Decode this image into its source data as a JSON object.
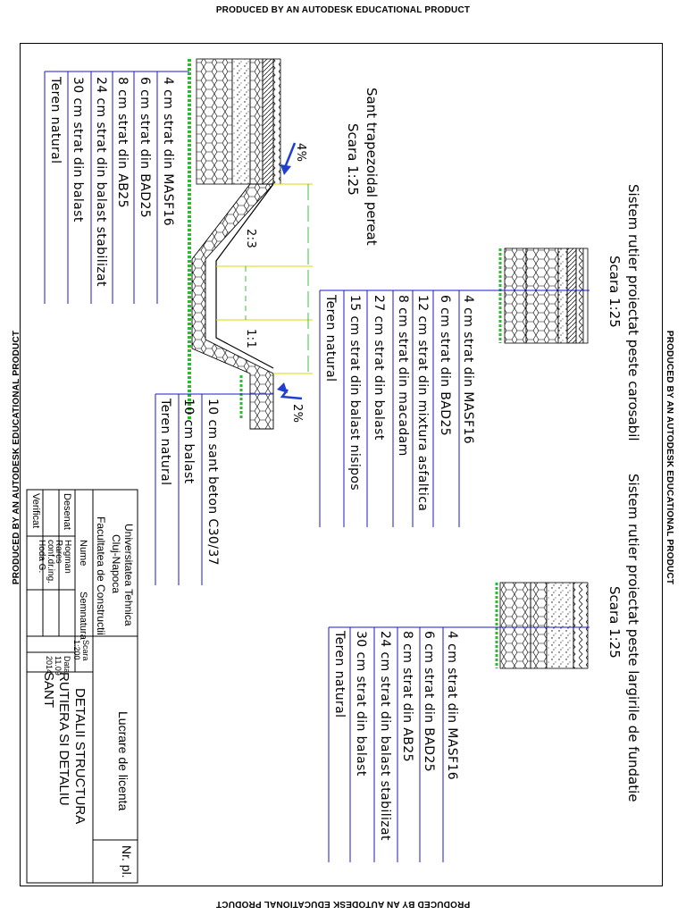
{
  "watermark": {
    "text": "PRODUCED BY AN AUTODESK EDUCATIONAL PRODUCT"
  },
  "sections": {
    "drum_carosabil": {
      "title_line1": "Sistem rutier proiectat peste carosabil",
      "title_line2": "Scara 1:25",
      "layers": [
        "4 cm strat din MASF16",
        "6 cm strat din BAD25",
        "12 cm strat din mixtura asfaltica",
        "8 cm strat din macadam",
        "27 cm strat din balast",
        "15 cm strat din balast nisipos",
        "Teren natural"
      ]
    },
    "largiri_fundatie": {
      "title_line1": "Sistem rutier proiectat peste largirile de fundatie",
      "title_line2": "Scara 1:25",
      "layers": [
        "4 cm strat din MASF16",
        "6 cm strat din BAD25",
        "8 cm strat din AB25",
        "24 cm strat din balast stabilizat",
        "30 cm strat din balast",
        "Teren natural"
      ]
    },
    "sant": {
      "title_line1": "Sant trapezoidal pereat",
      "title_line2": "Scara 1:25",
      "road_layers": [
        "4 cm strat din MASF16",
        "6 cm strat din BAD25",
        "8 cm strat din AB25",
        "24 cm strat din balast stabilizat",
        "30 cm strat din balast",
        "Teren natural"
      ],
      "ditch_layers": [
        "10 cm sant beton C30/37",
        "10 cm balast",
        "Teren natural"
      ],
      "slope_left": "4%",
      "slope_right": "2%",
      "ratio_a": "2:3",
      "ratio_b": "1:1"
    }
  },
  "title_block": {
    "university_line1": "Universitatea Tehnica",
    "university_line2": "Cluj-Napoca",
    "faculty": "Facultatea de Constructii",
    "col_nume": "Nume",
    "col_semnatura": "Semnatura",
    "row_desenat": "Desenat",
    "row_desenat_name1": "Hogman",
    "row_desenat_name2": "Rares",
    "row_verificat": "Verificat",
    "row_verificat_name1": "conf.dr.ing.",
    "row_verificat_name2": "Hoda G.",
    "scara_label": "Scara",
    "scara_value": "1:200",
    "data_label": "Data",
    "data_value1": "11.09",
    "data_value2": "2014",
    "project": "Lucrare de licenta",
    "drawing_line1": "DETALII STRUCTURA",
    "drawing_line2": "RUTIERA SI DETALIU",
    "drawing_line3": "SANT",
    "sheet_no": "Nr. pl."
  },
  "colors": {
    "leader": "#1a1acc",
    "grass": "#2db82d",
    "dim": "#d8d800",
    "arrow": "#1f3fcf"
  }
}
